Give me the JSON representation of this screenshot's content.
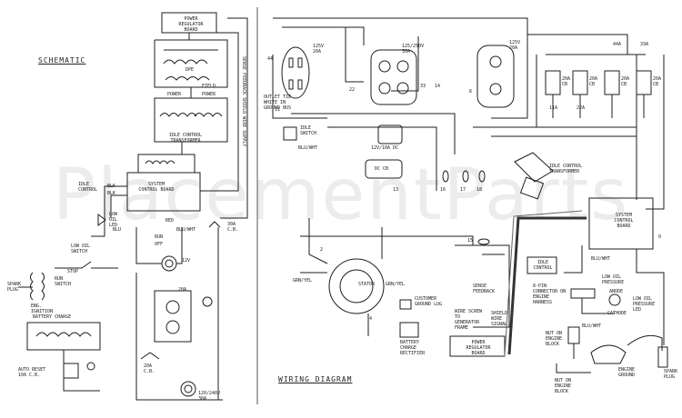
{
  "titles": {
    "schematic": "SCHEMATIC",
    "wiring": "WIRING DIAGRAM"
  },
  "watermark": "PlacementParts",
  "schematic_labels": {
    "power_regulator": "POWER REGULATOR BOARD",
    "dpe": "DPE",
    "field": "FIELD",
    "power_left": "POWER",
    "power_right": "POWER",
    "idle_transformer": "IDLE CONTROL TRANSFORMER",
    "system_board": "SYSTEM CONTROL BOARD",
    "idle_control": "IDLE CONTROL",
    "blk1": "BLK",
    "blk2": "BLK",
    "low_oil_led": "LOW OIL LED",
    "blu": "BLU",
    "red": "RED",
    "blu_wht": "BLU/WHT",
    "run": "RUN",
    "off": "OFF",
    "stop": "STOP",
    "run_switch": "RUN SWITCH",
    "low_oil_switch": "LOW OIL SWITCH",
    "spark_plug": "SPARK PLUG",
    "engine_ignition": "ENG. IGNITION",
    "battery_charge": "BATTERY CHARGE",
    "auto_reset": "AUTO RESET 10A C.B.",
    "outlet_20a": "20A",
    "cb_30a": "30A C.B.",
    "volt_12": "12V",
    "fuse_cb": "20A C.B.",
    "vertical_sense": "SENSE FEEDBACK SHIELD WIRE SUPPLY",
    "outlet_120": "120/240V 30A"
  },
  "wiring_labels": {
    "rec_left": "125V 20A",
    "outlet_note": "OUTLET TIE WHITE IN GROUND BUS",
    "rec_middle": "125/250V 30A",
    "rec_right": "125V 20A",
    "cb_1": "20A CB",
    "cb_2": "20A CB",
    "cb_3": "20A CB",
    "cb_4": "20A CB",
    "idle_switch": "IDLE SWITCH",
    "blu_wht_1": "BLU/WHT",
    "outlet_12v": "12V/10A DC",
    "dc_cb": "DC CB",
    "idle_transformer": "IDLE CONTROL TRANSFORMER",
    "system_board": "SYSTEM CONTROL BOARD",
    "idle_control": "IDLE CONTROL",
    "blu_wht_2": "BLU/WHT",
    "grn_yel_1": "GRN/YEL",
    "grn_yel_2": "GRN/YEL",
    "stator": "STATOR",
    "customer_lug": "CUSTOMER GROUND LUG",
    "battery_rectifier": "BATTERY CHARGE RECTIFIER",
    "power_regulator": "POWER REGULATOR BOARD",
    "gnd_screw": "WIRE SCREW TO GENERATOR FRAME",
    "shield_wire": "SHIELD WIRE SIGNAL",
    "sense_feedback": "SENSE FEEDBACK",
    "connector_8pin": "8-PIN CONNECTOR ON ENGINE HARNESS",
    "low_oil_pressure": "LOW OIL PRESSURE",
    "low_oil_led": "LOW OIL PRESSURE LED",
    "anode": "ANODE",
    "cathode": "CATHODE",
    "blu_wht_3": "BLU/WHT",
    "engine_block": "NUT ON ENGINE BLOCK",
    "engine_ground": "ENGINE GROUND",
    "spark_plug": "SPARK PLUG",
    "nut_block": "NUT ON ENGINE BLOCK"
  },
  "wire_numbers": [
    "44",
    "11",
    "22",
    "33",
    "14",
    "2",
    "4",
    "6",
    "13",
    "16",
    "17",
    "18",
    "15",
    "11A",
    "22A",
    "44A",
    "33A",
    "0"
  ]
}
